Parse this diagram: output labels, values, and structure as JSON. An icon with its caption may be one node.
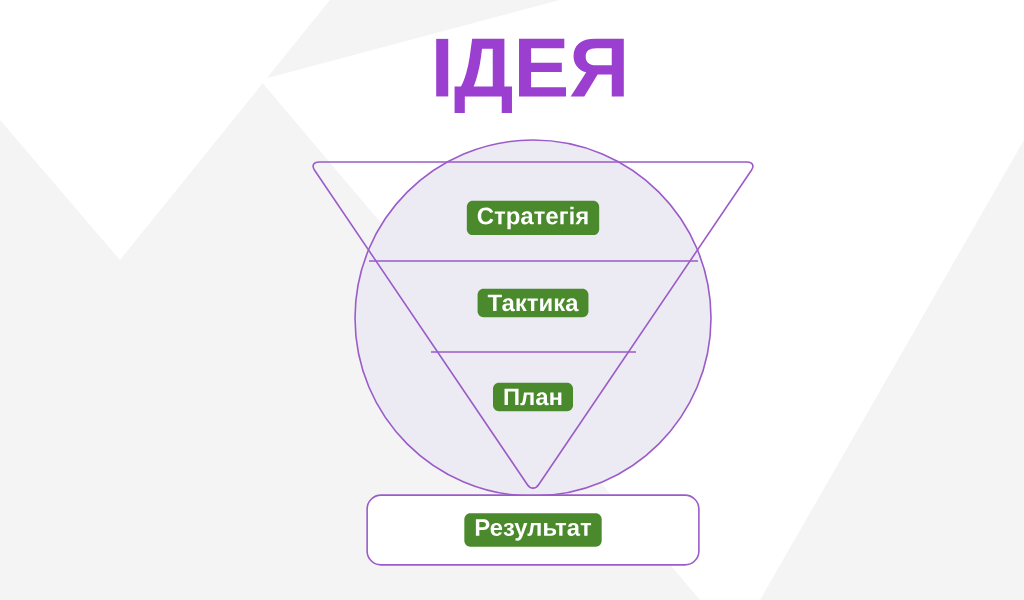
{
  "diagram": {
    "title": "ІДЕЯ",
    "nodes": [
      {
        "text": [
          "Стратегія"
        ]
      },
      {
        "text": [
          "Тактика"
        ]
      },
      {
        "text": [
          "План"
        ]
      },
      {
        "text": [],
        "shape": "box"
      },
      {
        "text": [
          "Результат"
        ],
        "in": 3
      }
    ],
    "edges": []
  }
}
